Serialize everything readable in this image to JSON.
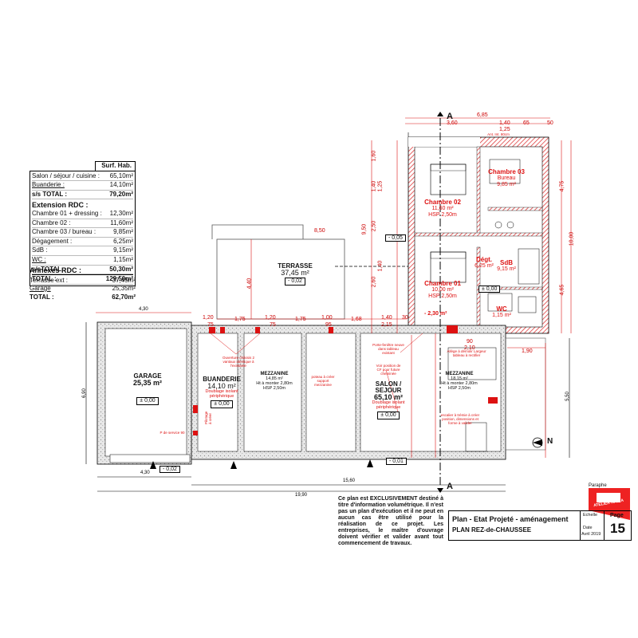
{
  "summary_table": {
    "header": "Surf. Hab.",
    "existing": [
      {
        "label": "Salon / séjour / cuisine :",
        "value": "65,10m²"
      },
      {
        "label": "Buanderie :",
        "value": "14,10m²"
      },
      {
        "label": "s/s TOTAL :",
        "value": "79,20m²"
      }
    ],
    "extension_title": "Extension RDC :",
    "extension": [
      {
        "label": "Chambre 01 + dressing :",
        "value": "12,30m²"
      },
      {
        "label": "Chambre 02 :",
        "value": "11,60m²"
      },
      {
        "label": "Chambre 03 / bureau :",
        "value": "9,85m²"
      },
      {
        "label": "Dégagement :",
        "value": "6,25m²"
      },
      {
        "label": "SdB :",
        "value": "9,15m²"
      },
      {
        "label": "WC :",
        "value": "1,15m²"
      },
      {
        "label": "s/sTOTAL :",
        "value": "50,30m²"
      }
    ],
    "total": {
      "label": "TOTAL :",
      "value": "129,50m²"
    }
  },
  "annexes": {
    "title": "Annexes RDC :",
    "rows": [
      {
        "label": "Terrasse ext :",
        "value": "37,45m²"
      },
      {
        "label": "Garage",
        "value": "25,35m²"
      },
      {
        "label": "TOTAL :",
        "value": "62,70m²"
      }
    ]
  },
  "rooms": {
    "terrasse": {
      "name": "TERRASSE",
      "area": "37,45 m²",
      "level": "- 0,02"
    },
    "garage": {
      "name": "GARAGE",
      "area": "25,35 m²",
      "level": "± 0,00"
    },
    "buanderie": {
      "name": "BUANDERIE",
      "area": "14,10 m²",
      "sub": "Doublage isolant périphérique",
      "level": "± 0,00"
    },
    "mezz1": {
      "name": "MEZZANINE",
      "l1": "14,85 m²",
      "l2": "Ht à monter 2,80m",
      "l3": "HSP 2,50m"
    },
    "salon": {
      "name": "SALON / SEJOUR",
      "area": "65,10 m²",
      "sub": "Doublage isolant périphérique",
      "level": "± 0,00"
    },
    "mezz2": {
      "name": "MEZZANINE",
      "l1": "18,15 m²",
      "l2": "Ht à monter 2,80m",
      "l3": "HSP 2,50m"
    },
    "ch01": {
      "name": "Chambre 01",
      "l1": "10,00 m²",
      "l2": "HSP 2,50m"
    },
    "ch02": {
      "name": "Chambre 02",
      "l1": "11,60 m²",
      "l2": "HSP 2,50m"
    },
    "ch03": {
      "name": "Chambre 03",
      "l1": "Bureau",
      "l2": "9,85 m²"
    },
    "degt": {
      "name": "Dégt.",
      "l1": "6,25 m²"
    },
    "sdb": {
      "name": "SdB",
      "l1": "9,15 m²"
    },
    "wc": {
      "name": "WC",
      "l1": "1,15 m²"
    }
  },
  "levels": {
    "garage_out": "- 0,02",
    "entry": "- 0,01",
    "ext_a": "- 0,05",
    "ext_b": "± 0,00",
    "ext_c": "- 2,30 m²"
  },
  "dims_top": [
    "3,60",
    "6,85",
    "1,40",
    "1,25",
    "65",
    "50"
  ],
  "dims_mid": [
    "8,50",
    "4,30",
    "1,20",
    "75",
    "1,75",
    "1,20",
    "75",
    "1,75",
    "1,00",
    "95",
    "1,68",
    "1,40",
    "2,15",
    "30",
    "90",
    "2,10",
    "1,90"
  ],
  "dims_right": [
    "4,75",
    "10,00",
    "4,65",
    "5,50",
    "6,90"
  ],
  "dims_left": [
    "1,60",
    "1,40",
    "1,25",
    "2,50",
    "9,50",
    "2,60",
    "1,40",
    "4,40"
  ],
  "dims_bottom": [
    "4,30",
    "15,60",
    "19,90"
  ],
  "notes": {
    "n1": "Ouverture châssis 2 vantaux identique à l'existante",
    "n2": "poteau à créer support mezzanine",
    "n3": "Porte-fenêtre neuve dans tableau existant",
    "n4": "Voir position de CF pour future cheminée",
    "n5": "Allège à démolir Largeur tableau à rectifier",
    "n6": "escalier à trémie à créer position, dimensions et forme à valider",
    "n7": "P de service 90",
    "n8": "Pilotage à créer",
    "alt": "Ant. Int. 80cm"
  },
  "section_label": "A",
  "north": "N",
  "disclaimer": "Ce plan est EXCLUSIVEMENT destiné à titre d'information volumétrique. Il n'est pas un plan d'exécution et il ne peut en aucun cas être utilisé pour la réalisation de ce projet. Les entreprises, le maître d'ouvrage doivent vérifier et valider avant tout commencement de travaux.",
  "title_block": {
    "paraphe": "Paraphe",
    "title": "Plan - Etat Projeté - aménagement",
    "subtitle": "PLAN REZ-de-CHAUSSEE",
    "echelle_label": "Echelle",
    "date_label": "Date",
    "date": "Avril 2019",
    "page_label": "Page",
    "page": "15",
    "logo": "ATELIER KAIRA"
  }
}
